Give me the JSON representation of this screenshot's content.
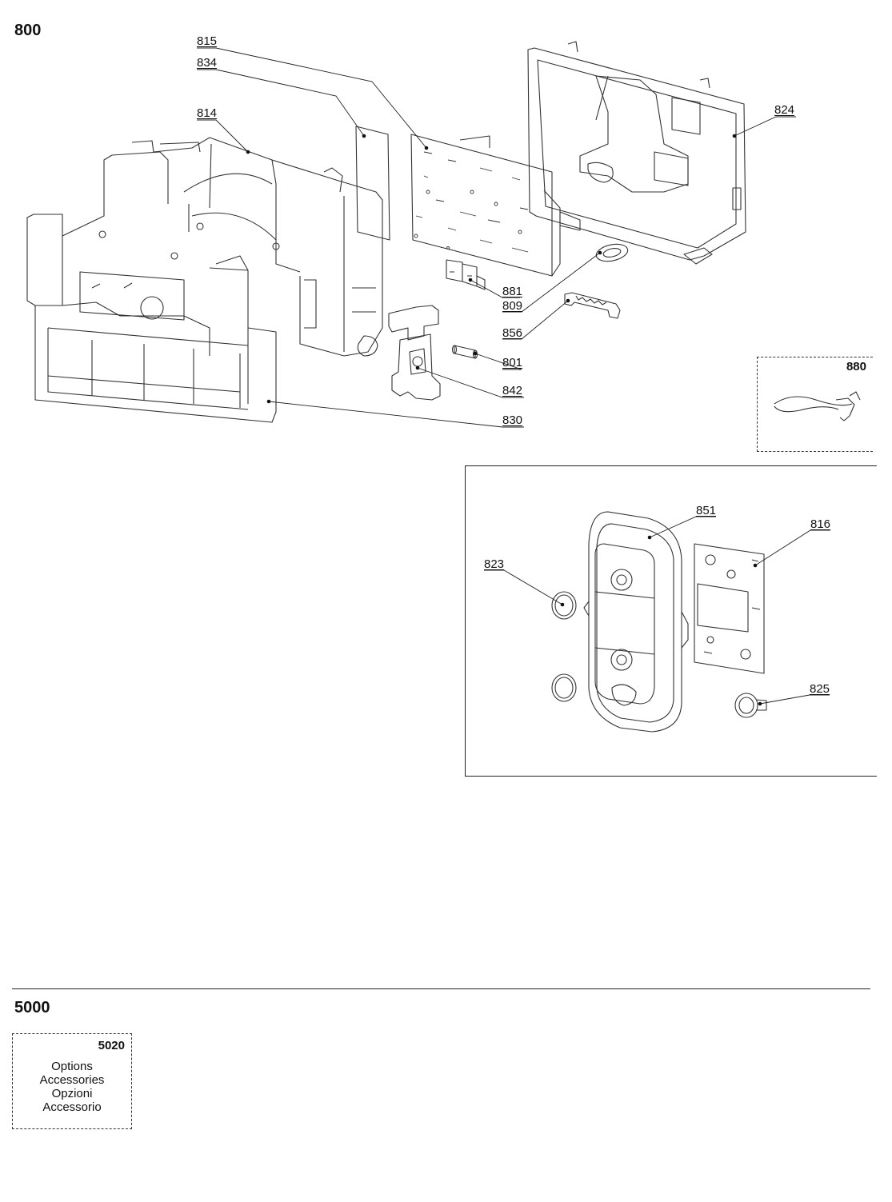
{
  "sections": {
    "s800": "800",
    "s5000": "5000"
  },
  "callouts": {
    "c815": "815",
    "c834": "834",
    "c814": "814",
    "c824": "824",
    "c881": "881",
    "c809": "809",
    "c856": "856",
    "c801": "801",
    "c842": "842",
    "c830": "830",
    "c851": "851",
    "c816": "816",
    "c823": "823",
    "c825": "825"
  },
  "boxes": {
    "cable_kit": {
      "label": "880"
    },
    "options": {
      "label": "5020",
      "lines": [
        "Options",
        "Accessories",
        "Opzioni",
        "Accessorio"
      ]
    }
  }
}
